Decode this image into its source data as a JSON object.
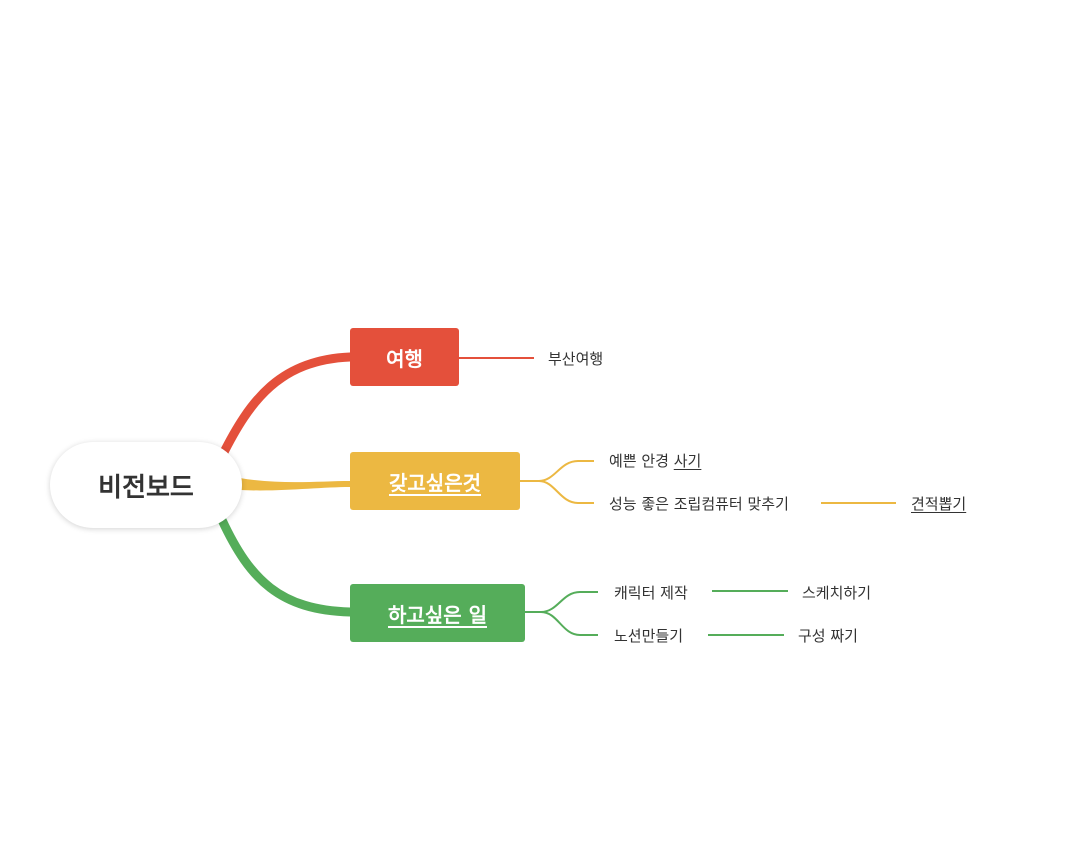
{
  "root": {
    "label": "비전보드"
  },
  "colors": {
    "travel": "#e4503b",
    "want": "#ecb842",
    "todo": "#55ad5a",
    "text": "#333333"
  },
  "branches": {
    "travel": {
      "label": "여행",
      "children": [
        {
          "label": "부산여행"
        }
      ]
    },
    "want": {
      "label": "갖고싶은것",
      "children": [
        {
          "label": "예쁜 안경 ",
          "link": "사기"
        },
        {
          "label": "성능 좋은 조립컴퓨터 맞추기",
          "sub": "견적뽑기"
        }
      ]
    },
    "todo": {
      "label": "하고싶은 일",
      "children": [
        {
          "label": "캐릭터 제작",
          "sub": "스케치하기"
        },
        {
          "label": "노션만들기",
          "sub": "구성 짜기"
        }
      ]
    }
  }
}
